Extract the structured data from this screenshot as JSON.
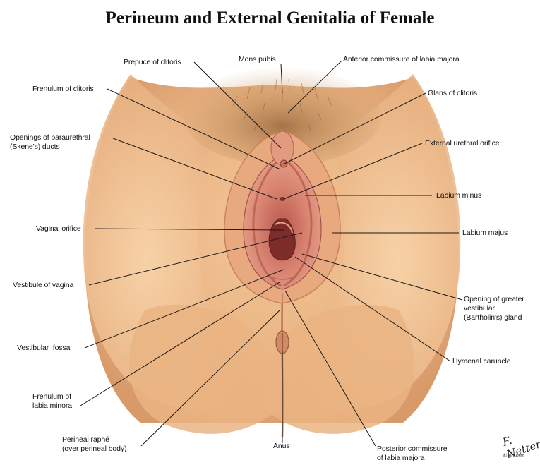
{
  "title": "Perineum and External Genitalia of Female",
  "labels": {
    "prepuce_of_clitoris": "Prepuce of clitoris",
    "mons_pubis": "Mons pubis",
    "anterior_commissure": "Anterior commissure of labia majora",
    "frenulum_of_clitoris": "Frenulum of clitoris",
    "glans_of_clitoris": "Glans of clitoris",
    "paraurethral_ducts": "Openings of paraurethral\n(Skene's) ducts",
    "external_urethral_orifice": "External urethral orifice",
    "labium_minus": "Labium minus",
    "vaginal_orifice": "Vaginal orifice",
    "labium_majus": "Labium majus",
    "vestibule_of_vagina": "Vestibule of vagina",
    "bartholin_gland": "Opening of greater\nvestibular\n(Bartholin's) gland",
    "vestibular_fossa": "Vestibular  fossa",
    "hymenal_caruncle": "Hymenal caruncle",
    "frenulum_labia_minora": "Frenulum of\nlabia minora",
    "perineal_raphe": "Perineal raphé\n(over perineal body)",
    "anus": "Anus",
    "posterior_commissure": "Posterior commissure\nof labia majora"
  },
  "signature": {
    "text": "F. Netter",
    "credit": "©Novart"
  },
  "colors": {
    "skin_light": "#f6cfa0",
    "skin_mid": "#e8a878",
    "skin_shadow": "#c98a5e",
    "mucosa": "#d9846e",
    "mucosa_dark": "#a8463c",
    "hair": "#9a6a3a",
    "leader_line": "#1a1a1a"
  }
}
